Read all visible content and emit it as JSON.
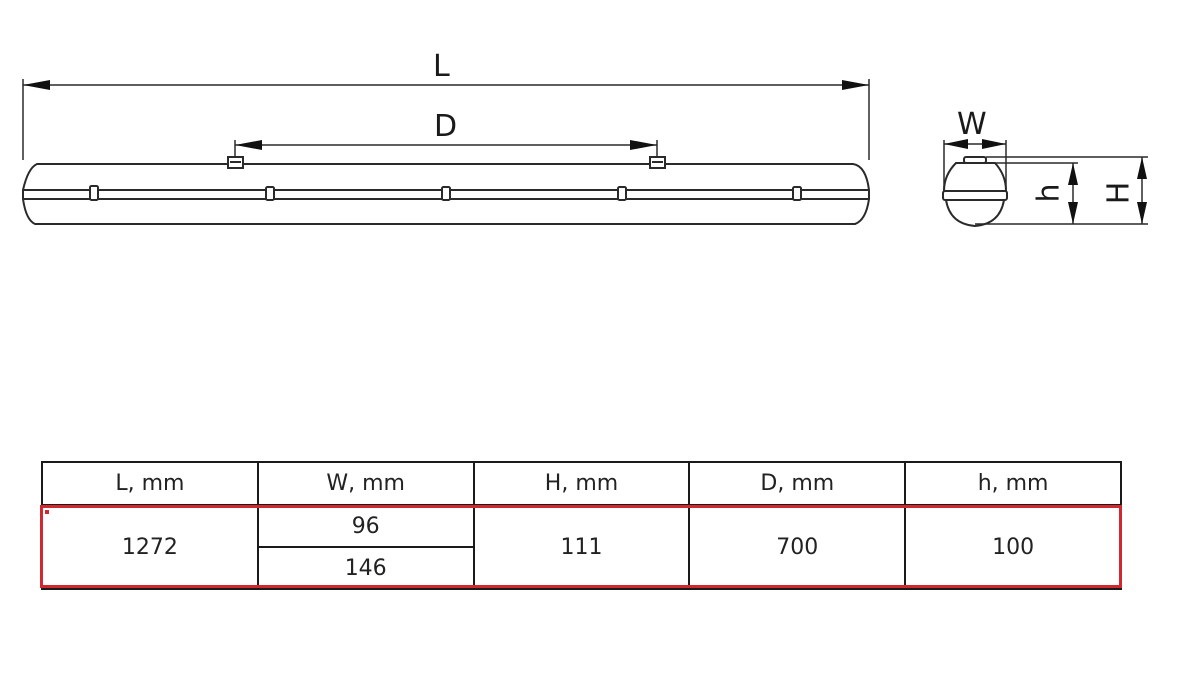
{
  "drawing": {
    "side_view": {
      "labels": {
        "length": "L",
        "mount_distance": "D"
      }
    },
    "end_view": {
      "labels": {
        "width": "W",
        "inner_height": "h",
        "total_height": "H"
      }
    }
  },
  "table": {
    "headers": [
      "L, mm",
      "W, mm",
      "H, mm",
      "D, mm",
      "h, mm"
    ],
    "row": {
      "L": "1272",
      "W": [
        "96",
        "146"
      ],
      "H": "111",
      "D": "700",
      "h": "100"
    },
    "highlight_color": "#d0282e"
  }
}
